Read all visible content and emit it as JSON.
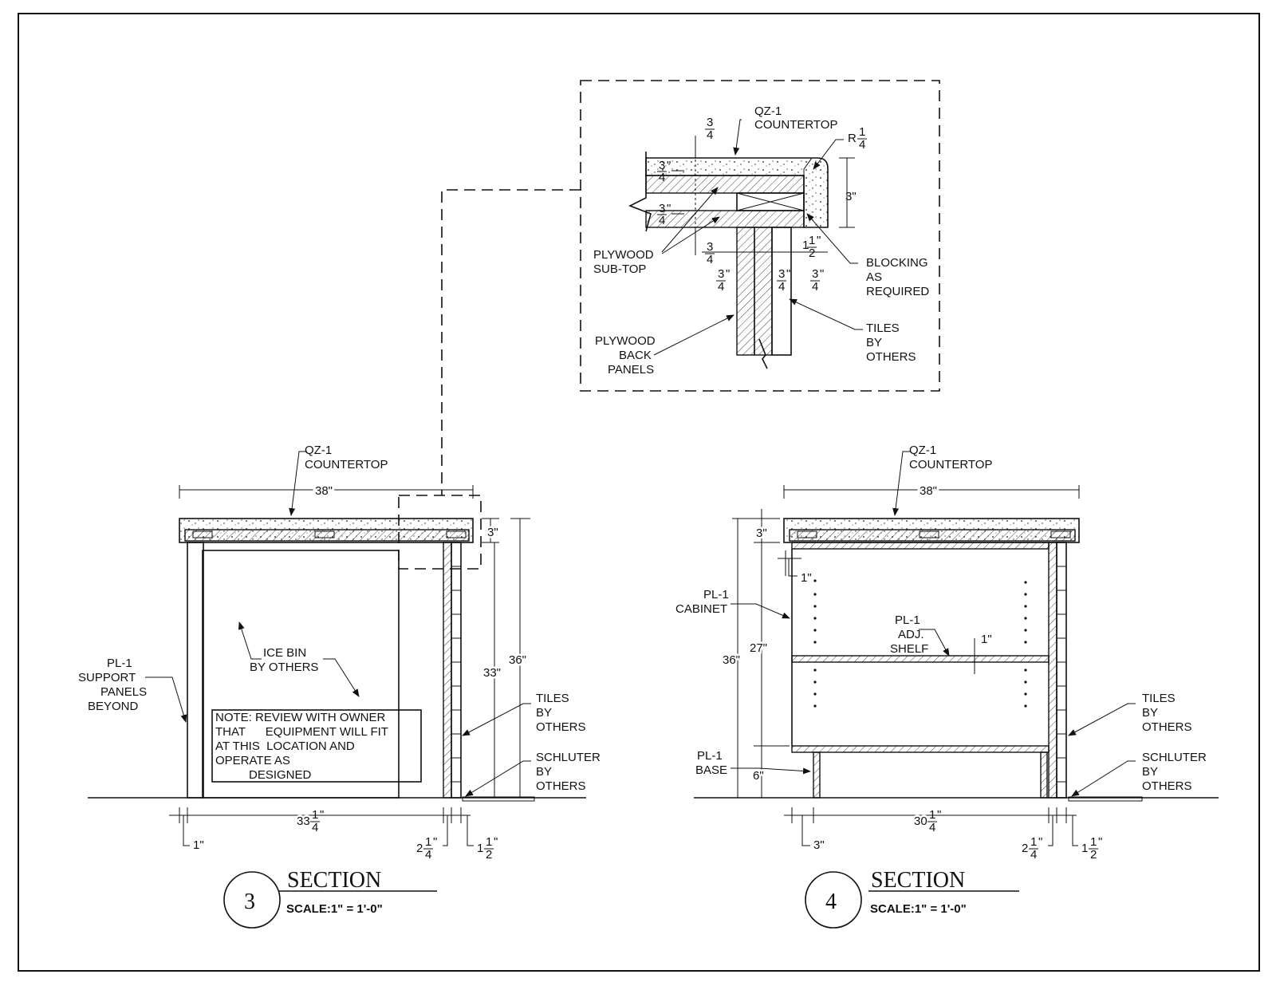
{
  "detail": {
    "qz_label_1": "QZ-1",
    "qz_label_2": "COUNTERTOP",
    "radius_label": "R",
    "radius_frac": {
      "n": "1",
      "d": "4"
    },
    "height_3": "3\"",
    "frac_three_quarter": {
      "n": "3",
      "d": "4"
    },
    "inch_mark": "\"",
    "frac_one_half": {
      "n": "1",
      "d": "2"
    },
    "one_and_half_whole": "1",
    "plywood_subtop_1": "PLYWOOD",
    "plywood_subtop_2": "SUB-TOP",
    "blocking_1": "BLOCKING",
    "blocking_2": "AS",
    "blocking_3": "REQUIRED",
    "back_panels_1": "PLYWOOD",
    "back_panels_2": "BACK",
    "back_panels_3": "PANELS",
    "tiles_1": "TILES",
    "tiles_2": "BY",
    "tiles_3": "OTHERS"
  },
  "section3": {
    "qz_1": "QZ-1",
    "qz_2": "COUNTERTOP",
    "width_38": "38\"",
    "dim_3": "3\"",
    "dim_33": "33\"",
    "dim_36": "36\"",
    "pl1_1": "PL-1",
    "pl1_2": "SUPPORT",
    "pl1_3": "PANELS",
    "pl1_4": "BEYOND",
    "ice_1": "ICE BIN",
    "ice_2": "BY OTHERS",
    "note_1": "NOTE: REVIEW WITH OWNER",
    "note_2": "THAT      EQUIPMENT WILL FIT",
    "note_3": "AT THIS  LOCATION AND",
    "note_4": "OPERATE AS",
    "note_5": "DESIGNED",
    "tiles_1": "TILES",
    "tiles_2": "BY",
    "tiles_3": "OTHERS",
    "schluter_1": "SCHLUTER",
    "schluter_2": "BY",
    "schluter_3": "OTHERS",
    "dim_33q_whole": "33",
    "dim_33q_frac": {
      "n": "1",
      "d": "4"
    },
    "dim_33q_mark": "\"",
    "dim_1": "1\"",
    "dim_2q_whole": "2",
    "dim_2q_frac": {
      "n": "1",
      "d": "4"
    },
    "dim_2q_mark": "\"",
    "dim_1h_whole": "1",
    "dim_1h_frac": {
      "n": "1",
      "d": "2"
    },
    "dim_1h_mark": "\"",
    "bubble_number": "3",
    "title": "SECTION",
    "scale": "SCALE:1\" = 1'-0\""
  },
  "section4": {
    "qz_1": "QZ-1",
    "qz_2": "COUNTERTOP",
    "width_38": "38\"",
    "dim_3": "3\"",
    "dim_1": "1\"",
    "dim_27": "27\"",
    "dim_36": "36\"",
    "dim_6": "6\"",
    "cab_1": "PL-1",
    "cab_2": "CABINET",
    "shelf_1": "PL-1",
    "shelf_2": "ADJ.",
    "shelf_3": "SHELF",
    "shelf_dim": "1\"",
    "base_1": "PL-1",
    "base_2": "BASE",
    "tiles_1": "TILES",
    "tiles_2": "BY",
    "tiles_3": "OTHERS",
    "schluter_1": "SCHLUTER",
    "schluter_2": "BY",
    "schluter_3": "OTHERS",
    "dim_30q_whole": "30",
    "dim_30q_frac": {
      "n": "1",
      "d": "4"
    },
    "dim_30q_mark": "\"",
    "dim_3b": "3\"",
    "dim_2q_whole": "2",
    "dim_2q_frac": {
      "n": "1",
      "d": "4"
    },
    "dim_2q_mark": "\"",
    "dim_1h_whole": "1",
    "dim_1h_frac": {
      "n": "1",
      "d": "2"
    },
    "dim_1h_mark": "\"",
    "bubble_number": "4",
    "title": "SECTION",
    "scale": "SCALE:1\" = 1'-0\""
  }
}
